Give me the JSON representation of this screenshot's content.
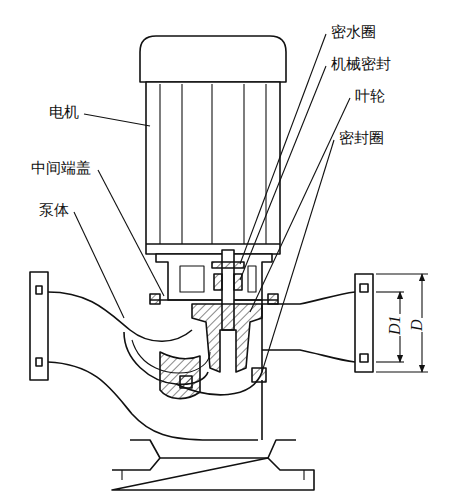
{
  "diagram": {
    "labels": [
      "密水圈",
      "机械密封",
      "叶轮",
      "密封圈",
      "电机",
      "中间端盖",
      "泵体",
      "D1",
      "D"
    ]
  }
}
